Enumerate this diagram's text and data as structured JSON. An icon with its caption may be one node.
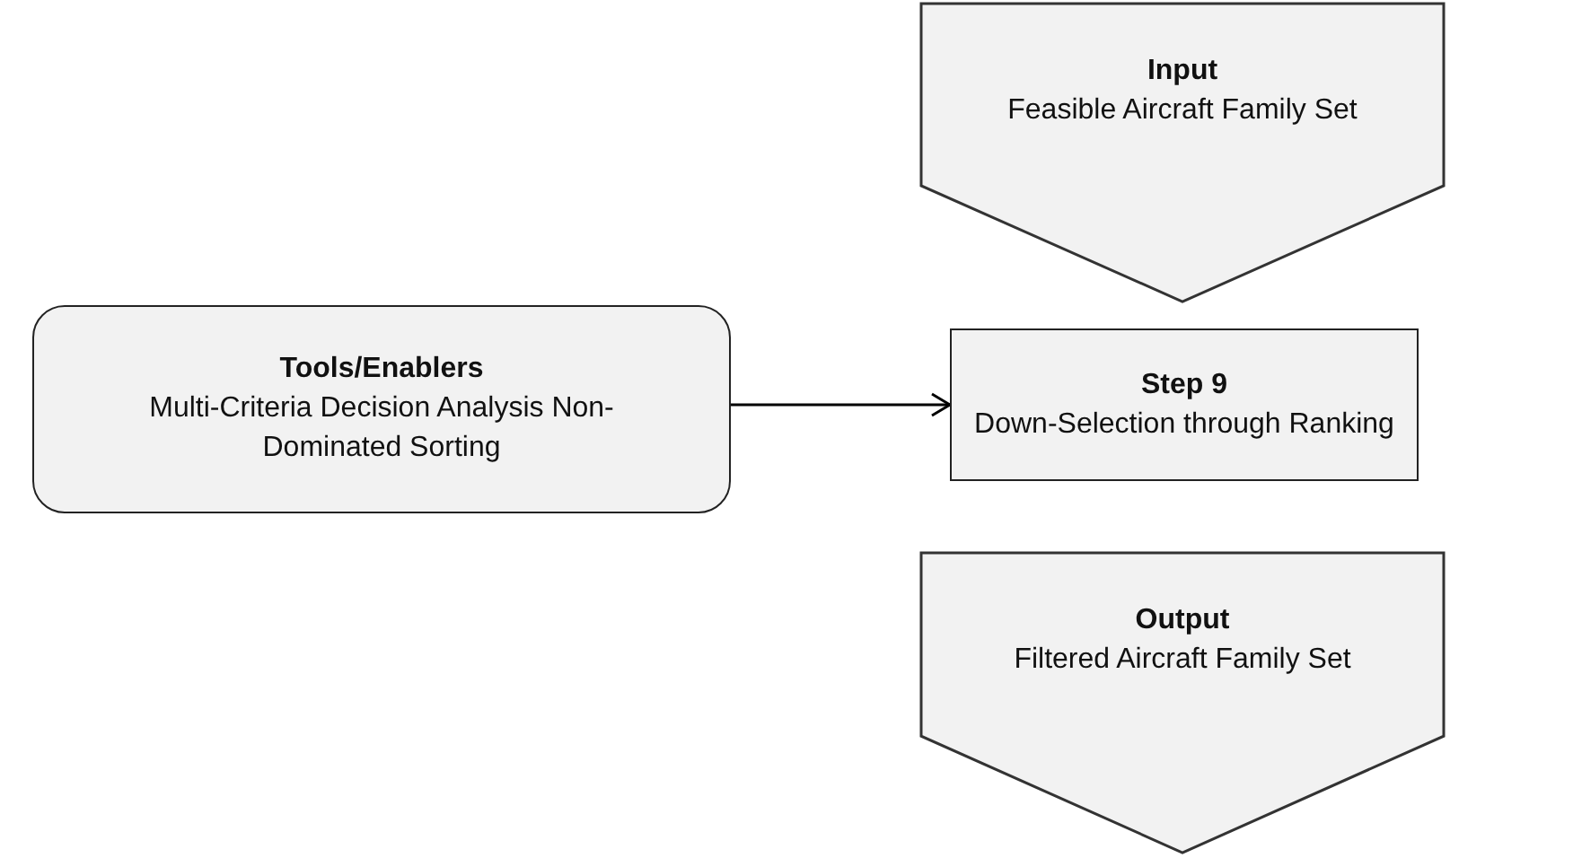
{
  "diagram": {
    "nodes": [
      {
        "text": [
          "Input",
          "Feasible Aircraft Family Set"
        ]
      },
      {
        "text": [
          "Tools/Enablers",
          "Multi-Criteria Decision Analysis Non-Dominated Sorting"
        ]
      },
      {
        "text": [
          "Step 9",
          "Down-Selection through Ranking"
        ]
      },
      {
        "text": [
          "Output",
          "Filtered Aircraft Family Set"
        ]
      }
    ],
    "edges": [
      {
        "from": 1,
        "to": 2,
        "arrow": "to"
      }
    ]
  }
}
